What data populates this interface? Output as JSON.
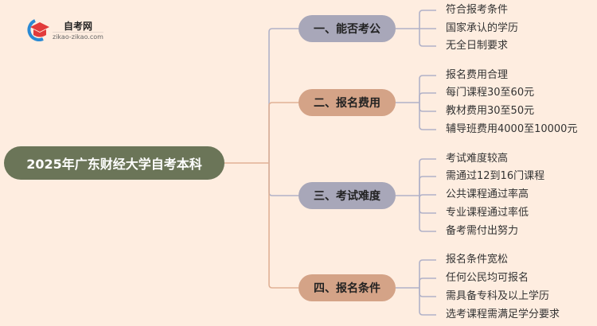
{
  "logo": {
    "title": "自考网",
    "subtitle": "zikao-zikao.com"
  },
  "root": {
    "label": "2025年广东财经大学自考本科",
    "color": "#6b7558"
  },
  "branches": [
    {
      "label": "一、能否考公",
      "color": "#a8a7b9",
      "leaves": [
        "符合报考条件",
        "国家承认的学历",
        "无全日制要求"
      ]
    },
    {
      "label": "二、报名费用",
      "color": "#d4a387",
      "leaves": [
        "报名费用合理",
        "每门课程30至60元",
        "教材费用30至50元",
        "辅导班费用4000至10000元"
      ]
    },
    {
      "label": "三、考试难度",
      "color": "#a8a7b9",
      "leaves": [
        "考试难度较高",
        "需通过12到16门课程",
        "公共课程通过率高",
        "专业课程通过率低",
        "备考需付出努力"
      ]
    },
    {
      "label": "四、报名条件",
      "color": "#d4a387",
      "leaves": [
        "报名条件宽松",
        "任何公民均可报名",
        "需具备专科及以上学历",
        "选考课程需满足学分要求"
      ]
    }
  ]
}
